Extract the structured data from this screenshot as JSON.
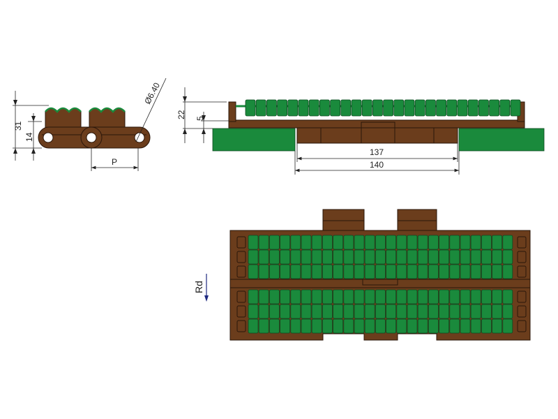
{
  "title": "Roller top chain drawing",
  "colors": {
    "body": "#6b3d1c",
    "roller": "#1a8a3c",
    "line": "#222222",
    "arrow": "#1f2a80"
  },
  "side_view": {
    "height_label": "31",
    "pin_height_label": "14",
    "pitch_label": "P",
    "hole_label": "Ø6.40"
  },
  "front_view": {
    "height_label": "22",
    "offset_label": "5",
    "inner_width_label": "137",
    "outer_width_label": "140"
  },
  "plan_view": {
    "direction_label": "Rd"
  }
}
